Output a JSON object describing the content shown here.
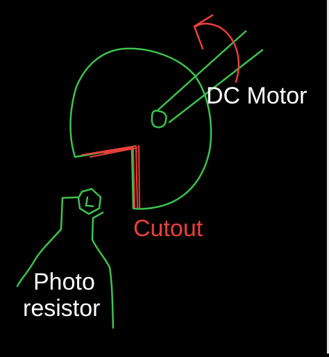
{
  "diagram": {
    "labels": {
      "motor": "DC Motor",
      "cutout": "Cutout",
      "photo_line1": "Photo",
      "photo_line2": "resistor"
    },
    "colors": {
      "background": "#000000",
      "sketch": "#3dc44f",
      "highlight": "#e8413a",
      "text": "#ffffff"
    }
  }
}
